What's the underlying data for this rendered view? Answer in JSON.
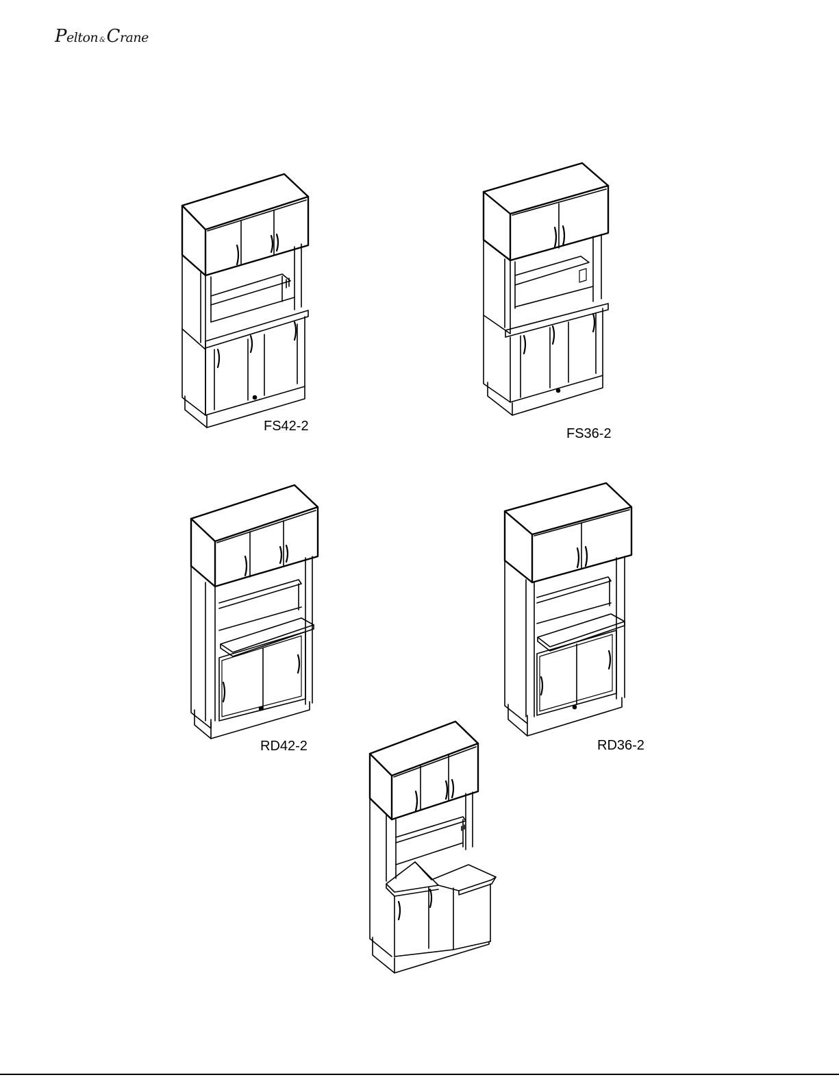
{
  "brand": {
    "logo_text": "Pelton & Crane",
    "logo_first_initial": "P",
    "logo_first_rest": "elton",
    "logo_amp": "&",
    "logo_second_initial": "C",
    "logo_second_rest": "rane"
  },
  "models": [
    {
      "id": "fs42",
      "label": "FS42-2"
    },
    {
      "id": "fs36",
      "label": "FS36-2"
    },
    {
      "id": "rd42",
      "label": "RD42-2"
    },
    {
      "id": "rd36",
      "label": "RD36-2"
    },
    {
      "id": "corner",
      "label": ""
    }
  ],
  "colors": {
    "ink": "#000000",
    "paper": "#ffffff"
  }
}
